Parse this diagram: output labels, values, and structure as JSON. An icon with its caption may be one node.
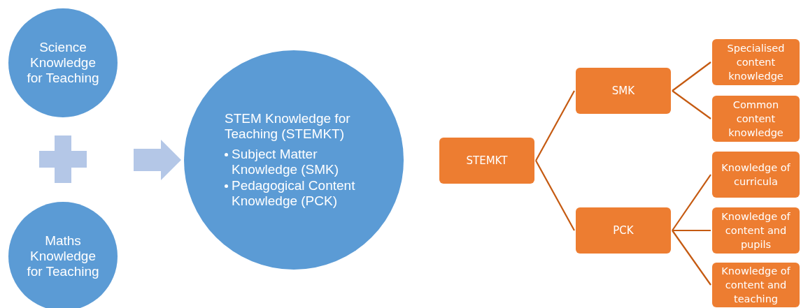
{
  "diagram": {
    "nodes": [
      {
        "text": [
          "Science Knowledge for Teaching"
        ]
      },
      {
        "text": [],
        "shape": "cross"
      },
      {
        "text": [
          "Maths Knowledge for Teaching"
        ]
      },
      {
        "text": [
          "STEM Knowledge for Teaching (STEMKT)",
          "Subject Matter Knowledge (SMK)",
          "Pedagogical Content Knowledge (PCK)"
        ]
      },
      {
        "text": [
          "STEMKT"
        ]
      },
      {
        "text": [
          "SMK"
        ]
      },
      {
        "text": [
          "Specialised content knowledge"
        ]
      },
      {
        "text": [
          "Common content knowledge"
        ]
      },
      {
        "text": [
          "PCK"
        ]
      },
      {
        "text": [
          "Knowledge of curricula"
        ]
      },
      {
        "text": [
          "Knowledge of content and pupils"
        ]
      },
      {
        "text": [
          "Knowledge of content and teaching"
        ]
      }
    ],
    "edges": [
      {
        "from": null,
        "to": 3,
        "arrow": "to",
        "style": "thick",
        "color": "#b4c7e7"
      },
      {
        "from": 4,
        "to": 5,
        "arrow": "none"
      },
      {
        "from": 4,
        "to": 8,
        "arrow": "none"
      },
      {
        "from": 5,
        "to": 6,
        "arrow": "none"
      },
      {
        "from": 5,
        "to": 7,
        "arrow": "none"
      },
      {
        "from": 8,
        "to": 9,
        "arrow": "none"
      },
      {
        "from": 8,
        "to": 10,
        "arrow": "none"
      },
      {
        "from": 8,
        "to": 11,
        "arrow": "none"
      }
    ]
  }
}
